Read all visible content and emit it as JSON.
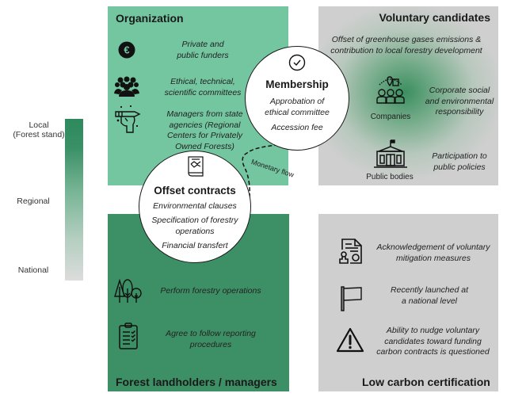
{
  "scale": {
    "labels": [
      "Local\n(Forest stand)",
      "Regional",
      "National"
    ],
    "local": "Local",
    "local_sub": "(Forest stand)",
    "regional": "Regional",
    "national": "National",
    "colors": {
      "top": "#2e8a5e",
      "bottom": "#dcdcdc"
    }
  },
  "organization": {
    "title": "Organization",
    "color": "#74c6a0",
    "items": [
      {
        "icon": "euro-coin-icon",
        "text_1": "Private and",
        "text_2": "public funders"
      },
      {
        "icon": "group-people-icon",
        "text_1": "Ethical, technical,",
        "text_2": "scientific committees"
      },
      {
        "icon": "raised-fist-pencil-icon",
        "text_1": "Managers from state",
        "text_2": "agencies (Regional",
        "text_3": "Centers for Privately",
        "text_4": "Owned Forests)"
      }
    ]
  },
  "voluntary_candidates": {
    "title": "Voluntary candidates",
    "intro_1": "Offset of greenhouse gases emissions &",
    "intro_2": "contribution to local forestry development",
    "items": [
      {
        "icon": "companies-icon",
        "label": "Companies",
        "text_1": "Corporate social",
        "text_2": "and environmental",
        "text_3": "responsibility"
      },
      {
        "icon": "public-building-icon",
        "label": "Public bodies",
        "text_1": "Participation to",
        "text_2": "public policies"
      }
    ]
  },
  "membership": {
    "icon": "check-circle-icon",
    "title": "Membership",
    "line_1": "Approbation of",
    "line_2": "ethical committee",
    "line_3": "Accession fee"
  },
  "offset_contracts": {
    "icon": "handshake-contract-icon",
    "title": "Offset contracts",
    "line_1": "Environmental clauses",
    "line_2": "Specification of forestry",
    "line_3": "operations",
    "line_4": "Financial transfert"
  },
  "flow": {
    "label": "Monetary flow"
  },
  "forest_landholders": {
    "title": "Forest landholders / managers",
    "color": "#3d9065",
    "items": [
      {
        "icon": "trees-icon",
        "text_1": "Perform forestry operations"
      },
      {
        "icon": "clipboard-checklist-icon",
        "text_1": "Agree to follow reporting",
        "text_2": "procedures"
      }
    ]
  },
  "low_carbon": {
    "title": "Low carbon certification",
    "color": "#cfcfcf",
    "items": [
      {
        "icon": "certificate-stamp-icon",
        "text_1": "Acknowledgement of voluntary",
        "text_2": "mitigation measures"
      },
      {
        "icon": "flag-icon",
        "text_1": "Recently launched at",
        "text_2": "a national level"
      },
      {
        "icon": "warning-triangle-icon",
        "text_1": "Ability to nudge voluntary",
        "text_2": "candidates toward funding",
        "text_3": "carbon contracts is questioned"
      }
    ]
  }
}
